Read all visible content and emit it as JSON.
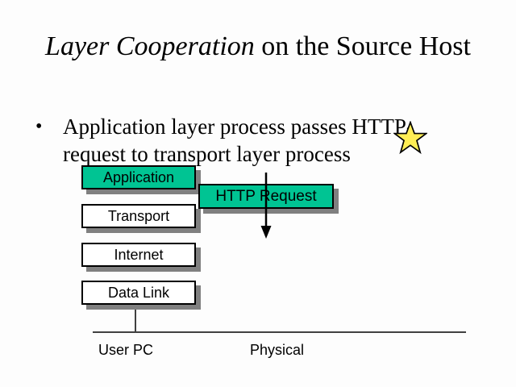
{
  "slide": {
    "title_italic_part": "Layer Cooperation",
    "title_rest": " on the Source Host",
    "background_color": "#fdfdfd"
  },
  "bullets": [
    {
      "marker": "•",
      "text": "Application layer process passes HTTP-request to transport layer process"
    }
  ],
  "decorations": {
    "star": {
      "name": "yellow-star",
      "fill": "#ffee55",
      "stroke": "#000000"
    }
  },
  "diagram": {
    "layer_stack": [
      {
        "label": "Application",
        "highlight": true,
        "color": "#00c493"
      },
      {
        "label": "Transport",
        "highlight": false,
        "color": "#ffffff"
      },
      {
        "label": "Internet",
        "highlight": false,
        "color": "#ffffff"
      },
      {
        "label": "Data Link",
        "highlight": false,
        "color": "#ffffff"
      }
    ],
    "message_box": {
      "label": "HTTP Request",
      "color": "#00c493"
    },
    "arrow": {
      "name": "downward-arrow",
      "direction": "down",
      "color": "#000000"
    },
    "baseline_captions": [
      {
        "label": "User PC"
      },
      {
        "label": "Physical"
      }
    ],
    "shadow_color": "#808080",
    "line_color": "#404040"
  }
}
